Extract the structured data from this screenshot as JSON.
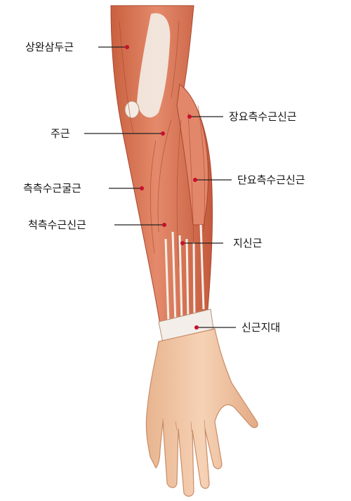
{
  "colors": {
    "muscle": "#d9704f",
    "muscle_light": "#e8957a",
    "muscle_dark": "#b8513a",
    "tendon": "#f1ece6",
    "skin": "#f2c5a2",
    "skin_shadow": "#dba17d",
    "marker": "#c8102e",
    "leader": "#222222"
  },
  "labels": {
    "biceps": "상완삼두근",
    "ecrl": "장요측수근신근",
    "anconeus": "주근",
    "ecrb": "단요측수근신근",
    "fcu": "측측수근굴근",
    "ecu": "척측수근신근",
    "ed": "지신근",
    "retinaculum": "신근지대"
  }
}
